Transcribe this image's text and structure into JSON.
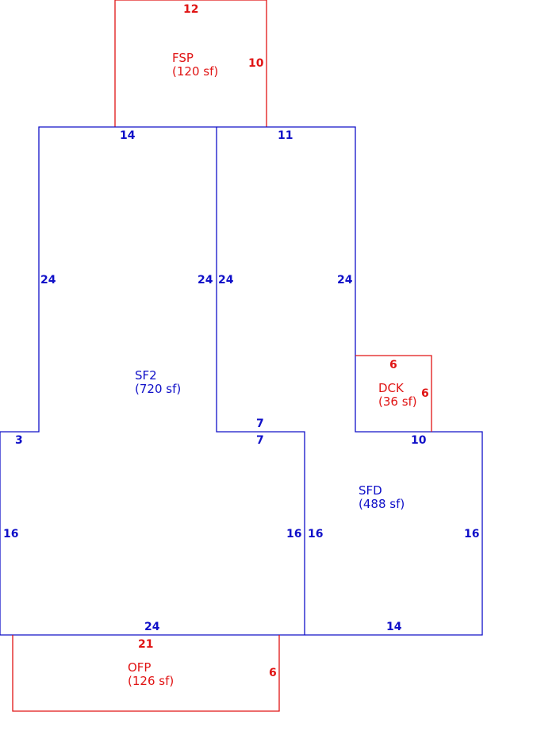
{
  "colors": {
    "main_structure": "#1010c8",
    "accessory_area": "#e01414",
    "background": "#ffffff"
  },
  "areas": {
    "fsp": {
      "code": "FSP",
      "area": "(120 sf)"
    },
    "sf2": {
      "code": "SF2",
      "area": "(720 sf)"
    },
    "dck": {
      "code": "DCK",
      "area": "(36 sf)"
    },
    "sfd": {
      "code": "SFD",
      "area": "(488 sf)"
    },
    "ofp": {
      "code": "OFP",
      "area": "(126 sf)"
    }
  },
  "dimensions": {
    "fsp_top": "12",
    "fsp_right": "10",
    "sf2_top": "14",
    "sf2_upper_left": "24",
    "sf2_upper_right": "24",
    "sf2_step": "3",
    "sf2_lower_left": "16",
    "sf2_lower_right": "16",
    "sf2_bottom": "24",
    "sf2_notch_upper": "7",
    "sf2_notch_lower": "7",
    "sfd_top": "11",
    "sfd_upper_left": "24",
    "sfd_upper_right": "24",
    "sfd_lower_left": "16",
    "sfd_lower_right": "16",
    "sfd_ledge": "10",
    "sfd_bottom": "14",
    "dck_top": "6",
    "dck_right": "6",
    "ofp_top": "21",
    "ofp_right": "6"
  }
}
